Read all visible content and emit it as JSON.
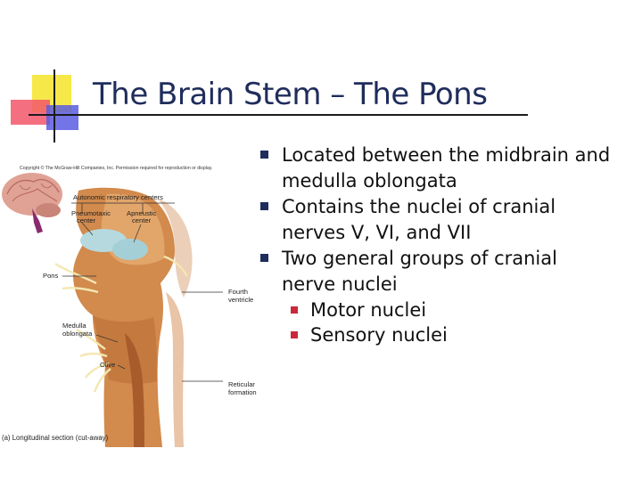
{
  "slide": {
    "title": "The Brain Stem – The Pons",
    "bullets": [
      {
        "level": 1,
        "text": "Located between the midbrain and"
      },
      {
        "level": 1,
        "text": "medulla oblongata",
        "cont": true
      },
      {
        "level": 1,
        "text": "Contains the nuclei of cranial"
      },
      {
        "level": 1,
        "text": "nerves V, VI, and VII",
        "cont": true
      },
      {
        "level": 1,
        "text": "Two general groups of cranial"
      },
      {
        "level": 1,
        "text": "nerve nuclei",
        "cont": true
      },
      {
        "level": 2,
        "text": "Motor nuclei"
      },
      {
        "level": 2,
        "text": "Sensory nuclei"
      }
    ]
  },
  "figure": {
    "copyright": "Copyright © The McGraw-Hill Companies, Inc. Permission required for reproduction or display.",
    "labels": {
      "autonomic": "Autonomic respiratory centers",
      "pneumotaxic_1": "Pneumotaxic",
      "pneumotaxic_2": "center",
      "apneustic_1": "Apneustic",
      "apneustic_2": "center",
      "pons": "Pons",
      "fourth_1": "Fourth",
      "fourth_2": "ventricle",
      "medulla_1": "Medulla",
      "medulla_2": "oblongata",
      "olive": "Olive",
      "reticular_1": "Reticular",
      "reticular_2": "formation",
      "caption": "(a) Longitudinal section (cut-away)"
    }
  }
}
